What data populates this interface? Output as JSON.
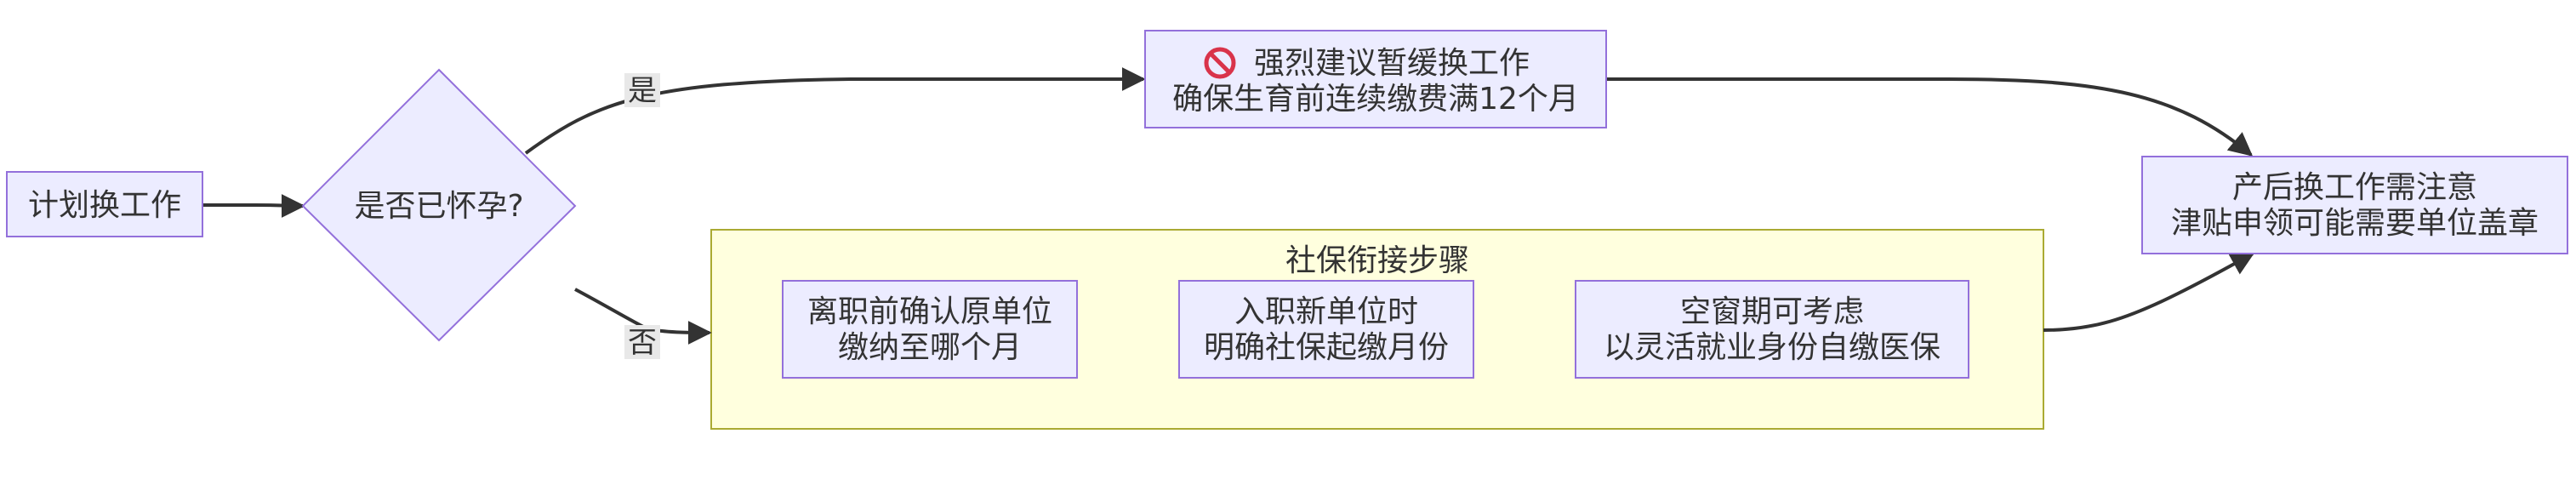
{
  "colors": {
    "node_fill": "#ECECFF",
    "node_stroke": "#9370DB",
    "cluster_fill": "#FFFFDE",
    "cluster_stroke": "#AAAA33",
    "edge": "#333333",
    "icon": "#d9334a"
  },
  "nodes": {
    "plan": {
      "label": "计划换工作"
    },
    "pregnant": {
      "label": "是否已怀孕?"
    },
    "delay": {
      "icon": "prohibited-icon",
      "line1": "强烈建议暂缓换工作",
      "line2": "确保生育前连续缴费满12个月"
    },
    "after": {
      "line1": "产后换工作需注意",
      "line2": "津贴申领可能需要单位盖章"
    },
    "step1": {
      "line1": "离职前确认原单位",
      "line2": "缴纳至哪个月"
    },
    "step2": {
      "line1": "入职新单位时",
      "line2": "明确社保起缴月份"
    },
    "step3": {
      "line1": "空窗期可考虑",
      "line2": "以灵活就业身份自缴医保"
    }
  },
  "cluster": {
    "title": "社保衔接步骤"
  },
  "edges": {
    "yes_label": "是",
    "no_label": "否"
  }
}
